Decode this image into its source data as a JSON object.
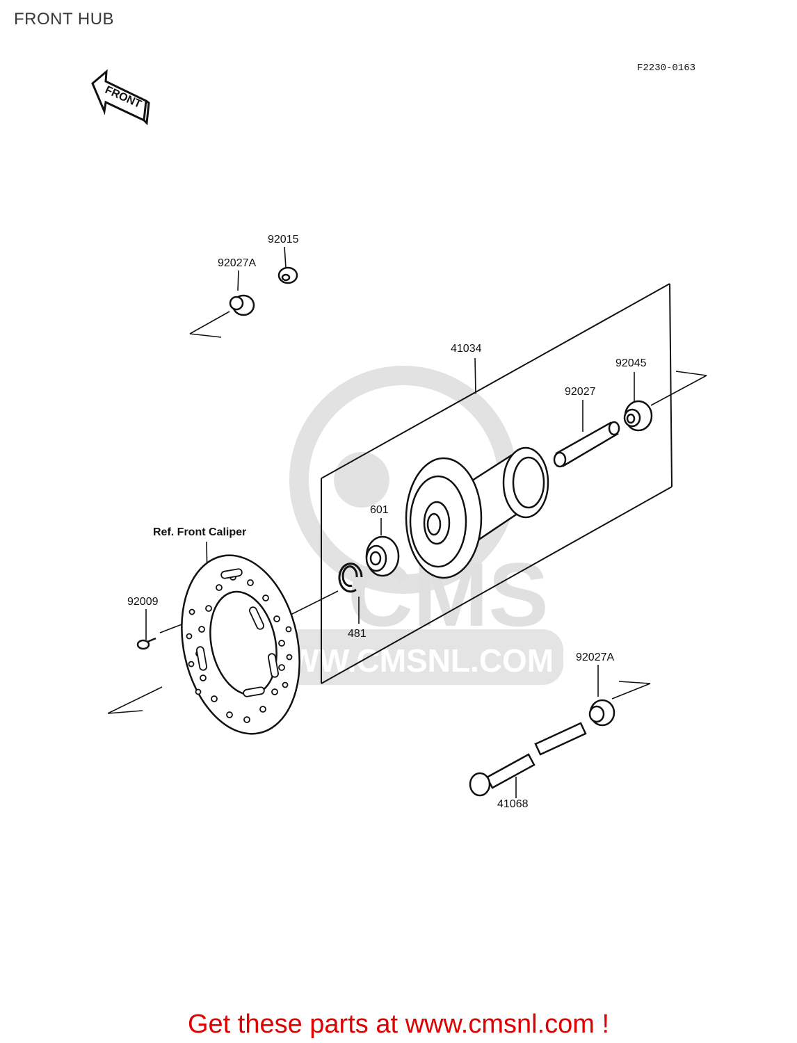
{
  "page": {
    "title": "FRONT HUB"
  },
  "diagram": {
    "code": "F2230-0163",
    "front_arrow_label": "FRONT",
    "reference_label": "Ref. Front Caliper",
    "parts": {
      "p92015": "92015",
      "p92027A_top": "92027A",
      "p41034": "41034",
      "p92045": "92045",
      "p92027": "92027",
      "p601": "601",
      "p481": "481",
      "p92009": "92009",
      "p92027A_bottom": "92027A",
      "p41068": "41068"
    },
    "watermark": {
      "brand": "CMS",
      "url": "WWW.CMSNL.COM"
    }
  },
  "footer": {
    "text": "Get these parts at www.cmsnl.com !"
  },
  "colors": {
    "footer_text": "#e00000",
    "line": "#111111",
    "watermark": "#dcdcdc"
  }
}
